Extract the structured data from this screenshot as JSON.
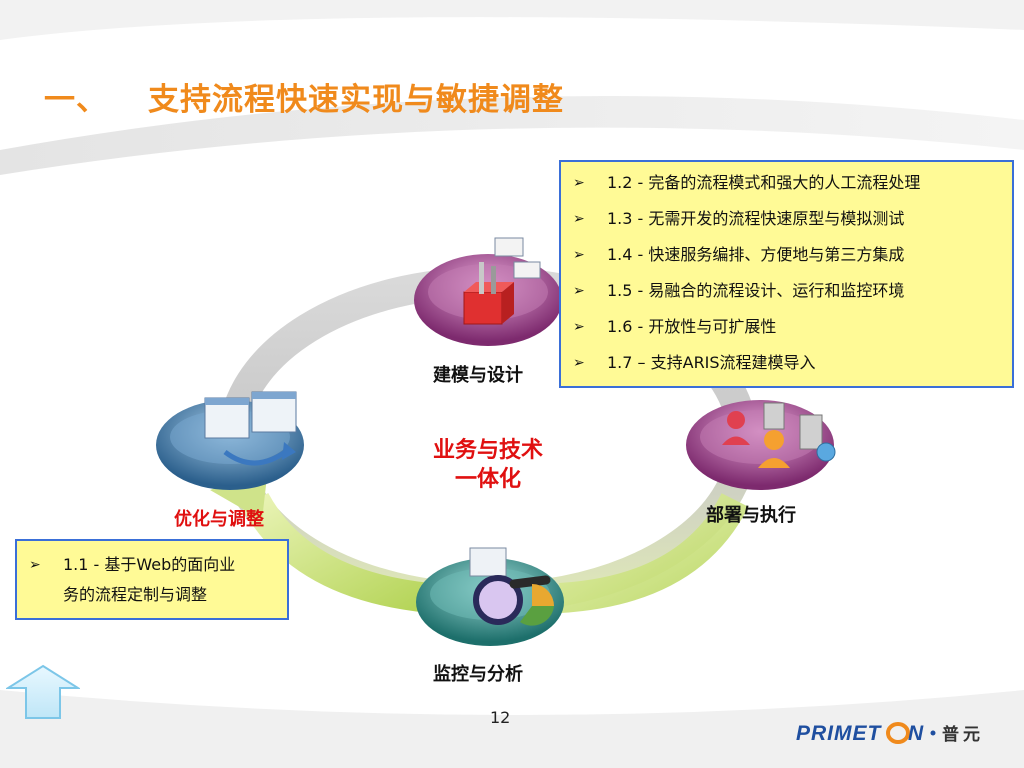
{
  "slide": {
    "title_number": "一、",
    "title_text": "支持流程快速实现与敏捷调整",
    "page_number": "12"
  },
  "cycle": {
    "center_line1": "业务与技术",
    "center_line2": "一体化",
    "nodes": {
      "design": "建模与设计",
      "deploy": "部署与执行",
      "monitor": "监控与分析",
      "optimize": "优化与调整"
    }
  },
  "right_box": {
    "items": [
      "1.2 - 完备的流程模式和强大的人工流程处理",
      "1.3 - 无需开发的流程快速原型与模拟测试",
      "1.4 - 快速服务编排、方便地与第三方集成",
      "1.5 - 易融合的流程设计、运行和监控环境",
      "1.6 - 开放性与可扩展性",
      "1.7 – 支持ARIS流程建模导入"
    ]
  },
  "left_box": {
    "line1": "1.1 - 基于Web的面向业",
    "line2": "务的流程定制与调整"
  },
  "logo": {
    "brand_en": "PRIMETON",
    "brand_cn": "普元"
  },
  "icons": {
    "bullet": "arrowhead-bullet-icon",
    "nav": "up-arrow-icon"
  },
  "colors": {
    "title": "#f08a1c",
    "accent_red": "#e01010",
    "box_fill": "#fffa96",
    "box_border": "#3a6fd8",
    "logo_blue": "#1f4fa0"
  }
}
